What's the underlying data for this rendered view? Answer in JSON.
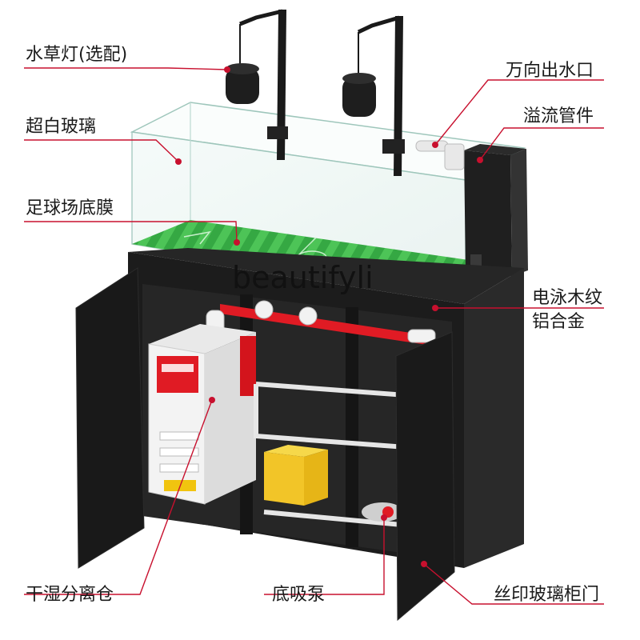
{
  "labels": {
    "grow_light": "水草灯(选配)",
    "ultra_clear_glass": "超白玻璃",
    "football_film": "足球场底膜",
    "swivel_outlet": "万向出水口",
    "overflow_pipe": "溢流管件",
    "wood_grain_alloy_line1": "电泳木纹",
    "wood_grain_alloy_line2": "铝合金",
    "dry_wet_chamber": "干湿分离仓",
    "bottom_pump": "底吸泵",
    "printed_glass_door": "丝印玻璃柜门"
  },
  "watermark": "beautifyli",
  "colors": {
    "leader_line": "#c8102e",
    "dot": "#c8102e",
    "cabinet": "#1c1c1c",
    "turf_dark": "#2e9e3e",
    "turf_light": "#4cbf52",
    "pipe_red": "#e01b24"
  }
}
